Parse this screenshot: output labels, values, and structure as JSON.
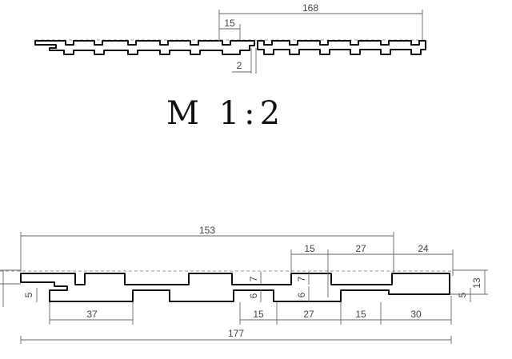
{
  "top_view": {
    "dim_overall": "168",
    "dim_tongue": "15",
    "dim_gap": "2"
  },
  "scale_label": "M 1:2",
  "detail_view": {
    "dim_width": "153",
    "dim_total": "177",
    "top_dims": [
      "15",
      "27",
      "24"
    ],
    "bottom_dims": [
      "37",
      "15",
      "27",
      "15",
      "30"
    ],
    "vertical_dims": {
      "left_step": "5",
      "groove_depth_a": "7",
      "groove_depth_b": "6",
      "groove_depth_c": "7",
      "groove_depth_d": "6",
      "right_step": "5",
      "thickness": "13"
    }
  }
}
